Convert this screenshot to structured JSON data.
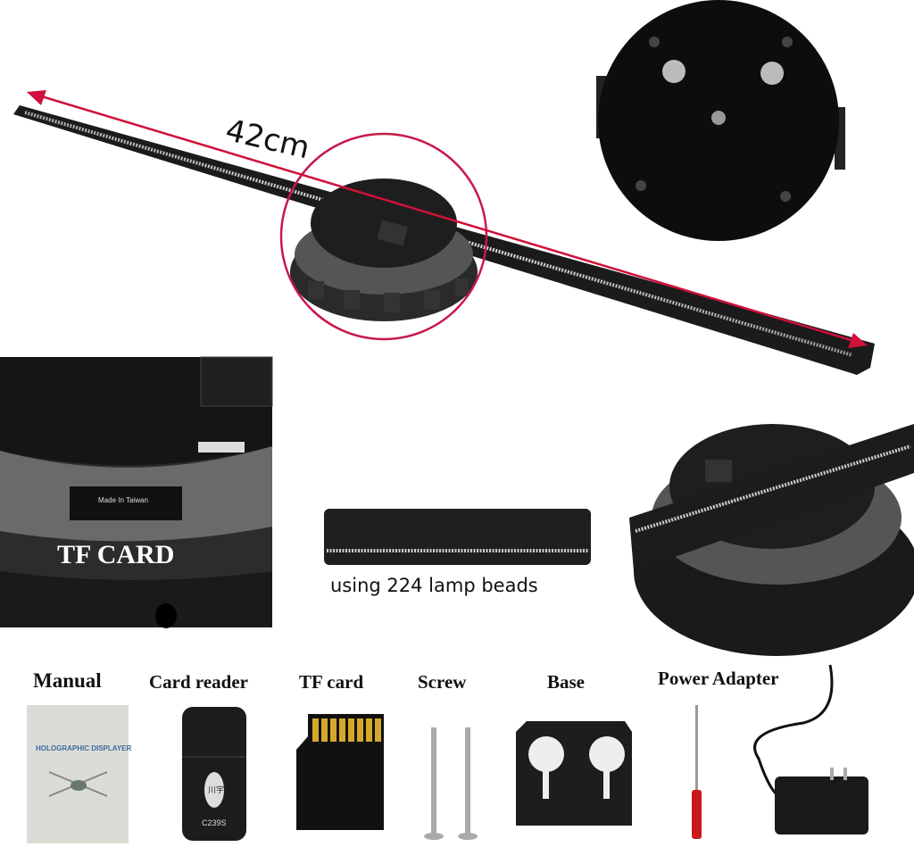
{
  "dimension_label": "42cm",
  "tf_card_callout": "TF CARD",
  "slot_text": "Made In Taiwan",
  "lamp_caption": "using 224 lamp beads",
  "accessories": [
    {
      "label": "Manual"
    },
    {
      "label": "Card reader"
    },
    {
      "label": "TF card"
    },
    {
      "label": "Screw"
    },
    {
      "label": "Base"
    },
    {
      "label": "Power Adapter"
    }
  ],
  "manual_cover_title": "HOLOGRAPHIC DISPLAYER",
  "card_reader_model": "C239S",
  "card_reader_brand": "川宇",
  "colors": {
    "arrow": "#d0103a",
    "highlight_circle": "#c8194a",
    "device": "#1a1a1a"
  }
}
